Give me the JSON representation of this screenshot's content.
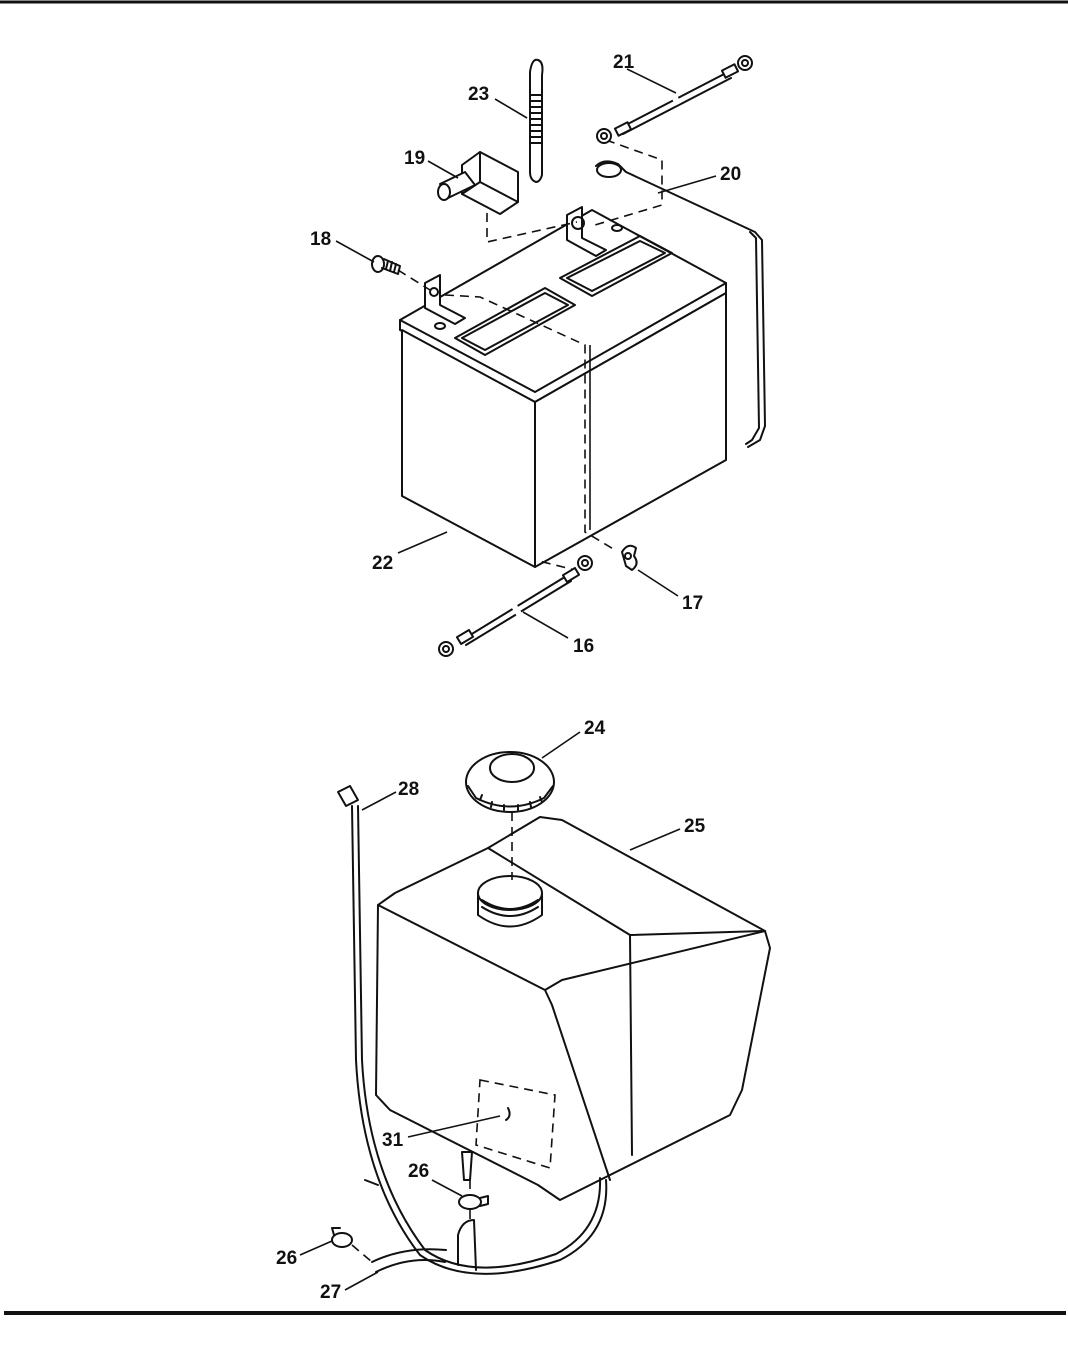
{
  "callouts": {
    "c16": "16",
    "c17": "17",
    "c18": "18",
    "c19": "19",
    "c20": "20",
    "c21": "21",
    "c22": "22",
    "c23": "23",
    "c24": "24",
    "c25": "25",
    "c26a": "26",
    "c26b": "26",
    "c27": "27",
    "c28": "28",
    "c31": "31"
  }
}
